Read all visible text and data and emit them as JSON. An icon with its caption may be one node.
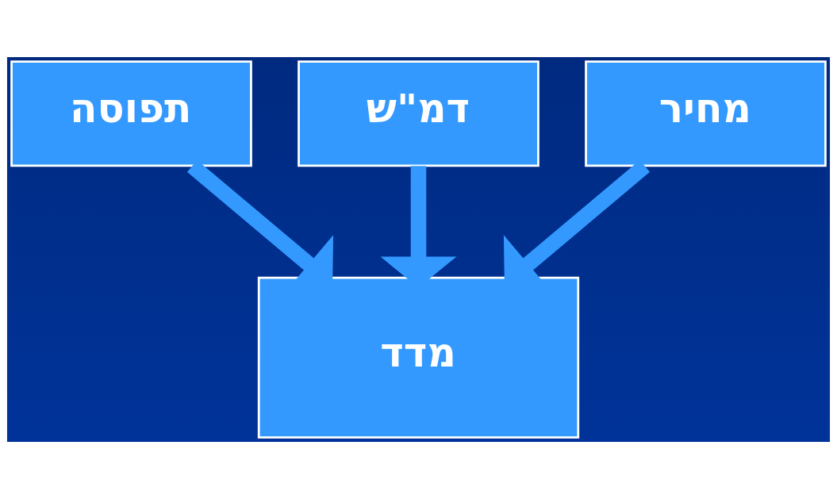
{
  "diagram": {
    "nodes": [
      {
        "text": [
          "מחיר"
        ]
      },
      {
        "text": [
          "דמ\"ש"
        ]
      },
      {
        "text": [
          "תפוסה"
        ]
      },
      {
        "text": [
          "מדד"
        ]
      }
    ],
    "edges": [
      {
        "from": 2,
        "to": 3,
        "arrow": "to"
      },
      {
        "from": 1,
        "to": 3,
        "arrow": "to"
      },
      {
        "from": 0,
        "to": 3,
        "arrow": "to"
      }
    ]
  }
}
